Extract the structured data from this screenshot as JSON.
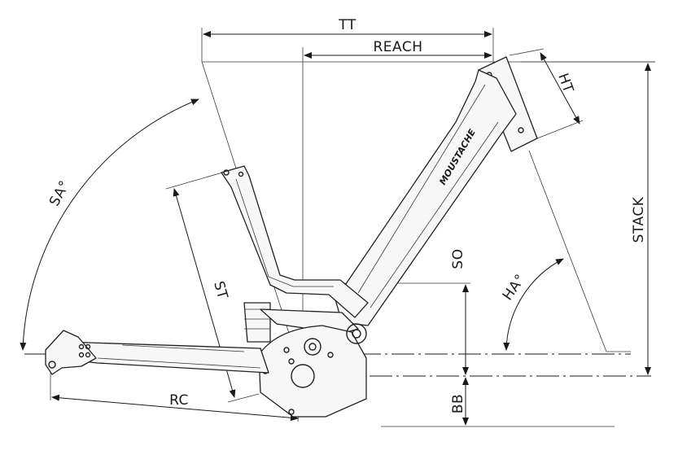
{
  "brand": "MOUSTACHE",
  "labels": {
    "tt": "TT",
    "reach": "REACH",
    "ht": "HT",
    "stack": "STACK",
    "sa": "SA°",
    "st": "ST",
    "so": "SO",
    "ha": "HA°",
    "rc": "RC",
    "bb": "BB"
  },
  "colors": {
    "line": "#1a1a1a",
    "background": "#ffffff"
  }
}
